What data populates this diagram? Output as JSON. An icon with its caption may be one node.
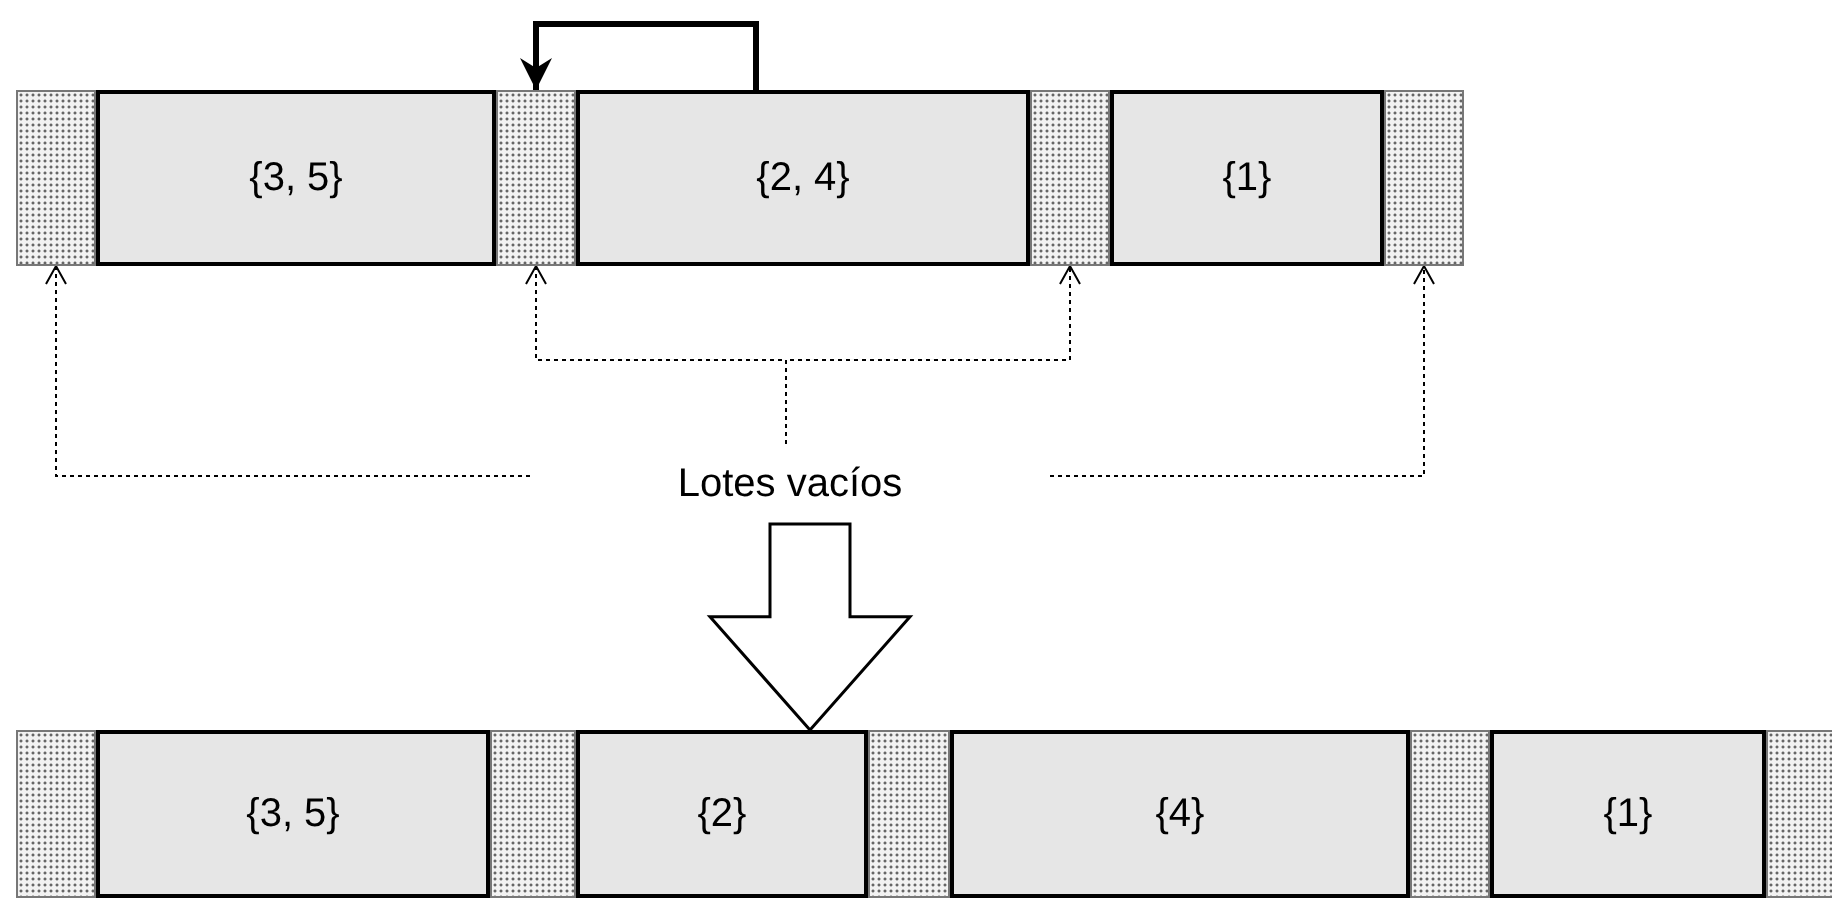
{
  "diagram": {
    "nodes": [
      {
        "text": [],
        "shape": "box"
      },
      {
        "text": [
          "{3, 5}"
        ]
      },
      {
        "text": [],
        "shape": "box"
      },
      {
        "text": [
          "{2, 4}"
        ]
      },
      {
        "text": [],
        "shape": "box"
      },
      {
        "text": [
          "{1}"
        ]
      },
      {
        "text": [],
        "shape": "box"
      },
      {
        "text": [
          "Lotes vacíos"
        ]
      },
      {
        "text": [],
        "shape": "box"
      },
      {
        "text": [
          "{3, 5}"
        ]
      },
      {
        "text": [],
        "shape": "box"
      },
      {
        "text": [
          "{2}"
        ]
      },
      {
        "text": [],
        "shape": "box"
      },
      {
        "text": [
          "{4}"
        ]
      },
      {
        "text": [],
        "shape": "box"
      },
      {
        "text": [
          "{1}"
        ]
      },
      {
        "text": [],
        "shape": "box"
      }
    ],
    "edges": [
      {
        "from": 7,
        "to": 0,
        "arrow": "to",
        "style": "dashed"
      },
      {
        "from": 7,
        "to": 2,
        "arrow": "to",
        "style": "dashed"
      },
      {
        "from": 7,
        "to": 4,
        "arrow": "to",
        "style": "dashed"
      },
      {
        "from": 7,
        "to": 6,
        "arrow": "to",
        "style": "dashed"
      },
      {
        "from": 3,
        "to": 2,
        "arrow": "to",
        "style": "thick"
      },
      {
        "from": 7,
        "to": 11,
        "arrow": "to"
      }
    ]
  }
}
